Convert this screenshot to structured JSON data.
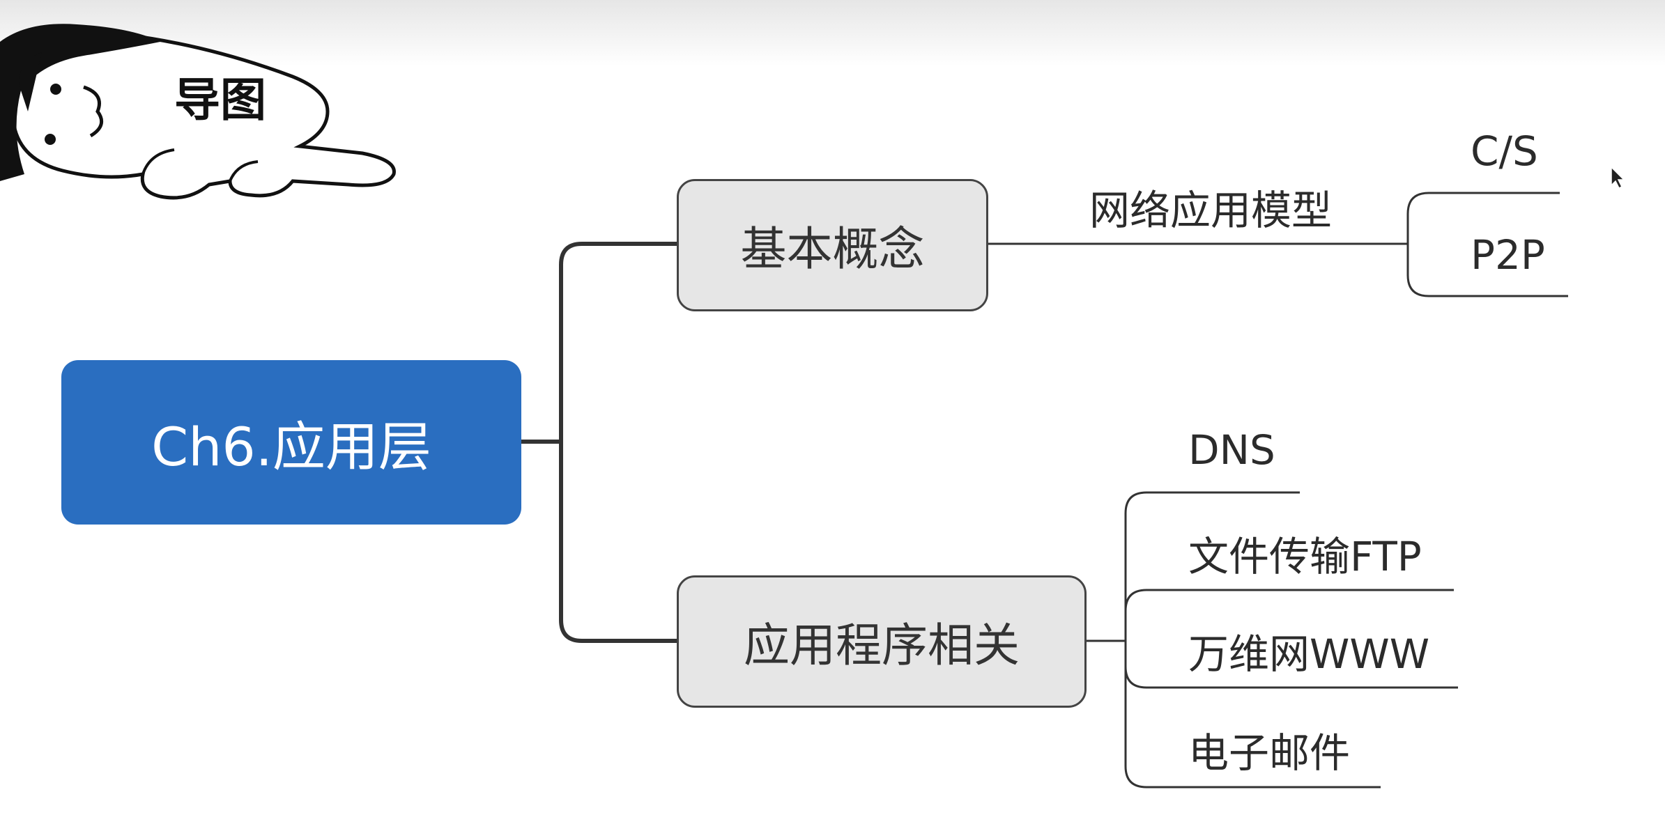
{
  "title": "导图",
  "mindmap": {
    "root": "Ch6.应用层",
    "branches": [
      {
        "label": "基本概念",
        "children": [
          {
            "label": "网络应用模型",
            "children": [
              "C/S",
              "P2P"
            ]
          }
        ]
      },
      {
        "label": "应用程序相关",
        "children": [
          "DNS",
          "文件传输FTP",
          "万维网WWW",
          "电子邮件"
        ]
      }
    ]
  },
  "colors": {
    "root_fill": "#2a6ec0",
    "topic_fill": "#e6e6e6",
    "line": "#333333"
  }
}
